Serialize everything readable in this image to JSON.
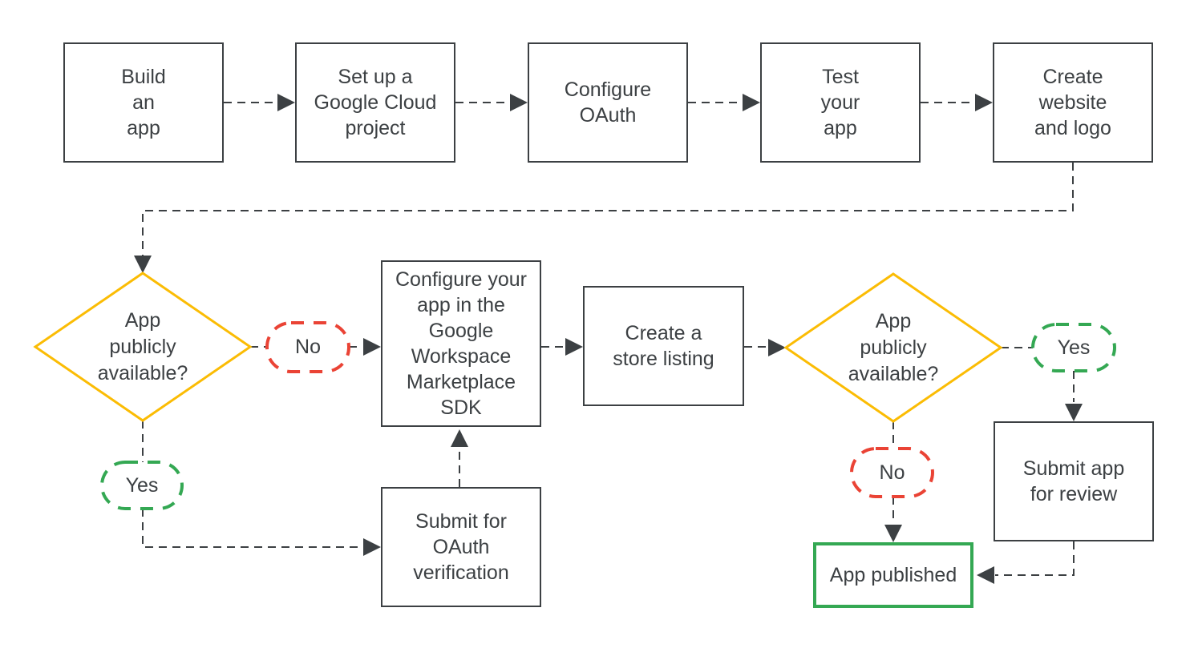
{
  "colors": {
    "outline": "#3C4043",
    "text": "#3C4043",
    "decision_outline": "#FBBC04",
    "no_outline": "#EA4335",
    "yes_outline": "#34A853",
    "published_outline": "#34A853"
  },
  "nodes": {
    "build_app": {
      "type": "process",
      "label": "Build\nan\napp"
    },
    "setup_project": {
      "type": "process",
      "label": "Set up a\nGoogle Cloud\nproject"
    },
    "configure_oauth": {
      "type": "process",
      "label": "Configure\nOAuth"
    },
    "test_app": {
      "type": "process",
      "label": "Test\nyour\napp"
    },
    "create_website": {
      "type": "process",
      "label": "Create\nwebsite\nand logo"
    },
    "decision_left": {
      "type": "decision",
      "label": "App\npublicly\navailable?"
    },
    "no_left": {
      "type": "branch-label",
      "label": "No"
    },
    "configure_sdk": {
      "type": "process",
      "label": "Configure your\napp in the\nGoogle\nWorkspace\nMarketplace\nSDK"
    },
    "store_listing": {
      "type": "process",
      "label": "Create a\nstore listing"
    },
    "decision_right": {
      "type": "decision",
      "label": "App\npublicly\navailable?"
    },
    "yes_right": {
      "type": "branch-label",
      "label": "Yes"
    },
    "yes_left": {
      "type": "branch-label",
      "label": "Yes"
    },
    "submit_oauth": {
      "type": "process",
      "label": "Submit for\nOAuth\nverification"
    },
    "submit_review": {
      "type": "process",
      "label": "Submit app\nfor review"
    },
    "app_published": {
      "type": "terminal",
      "label": "App published"
    },
    "no_right": {
      "type": "branch-label",
      "label": "No"
    }
  }
}
